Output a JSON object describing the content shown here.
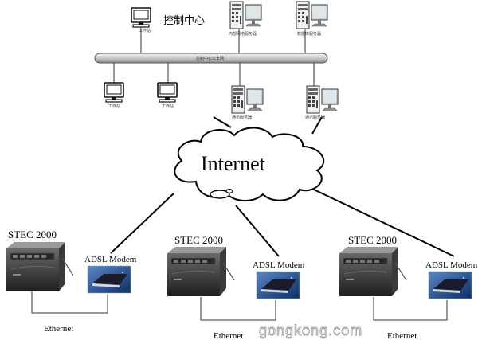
{
  "control_center": {
    "title": "控制中心",
    "workstation_label": "工作站",
    "intranet_server_label": "内部网络服务器",
    "db_server_label": "数据库服务器",
    "comm_server_label": "通讯服务器",
    "lan_label": "控制中心以太网"
  },
  "network": {
    "internet_label": "Internet"
  },
  "sites": [
    {
      "device_label": "STEC 2000",
      "modem_label": "ADSL Modem",
      "link_label": "Ethernet"
    },
    {
      "device_label": "STEC 2000",
      "modem_label": "ADSL Modem",
      "link_label": "Ethernet"
    },
    {
      "device_label": "STEC 2000",
      "modem_label": "ADSL Modem",
      "link_label": "Ethernet"
    }
  ],
  "watermark": "gongkong.com"
}
